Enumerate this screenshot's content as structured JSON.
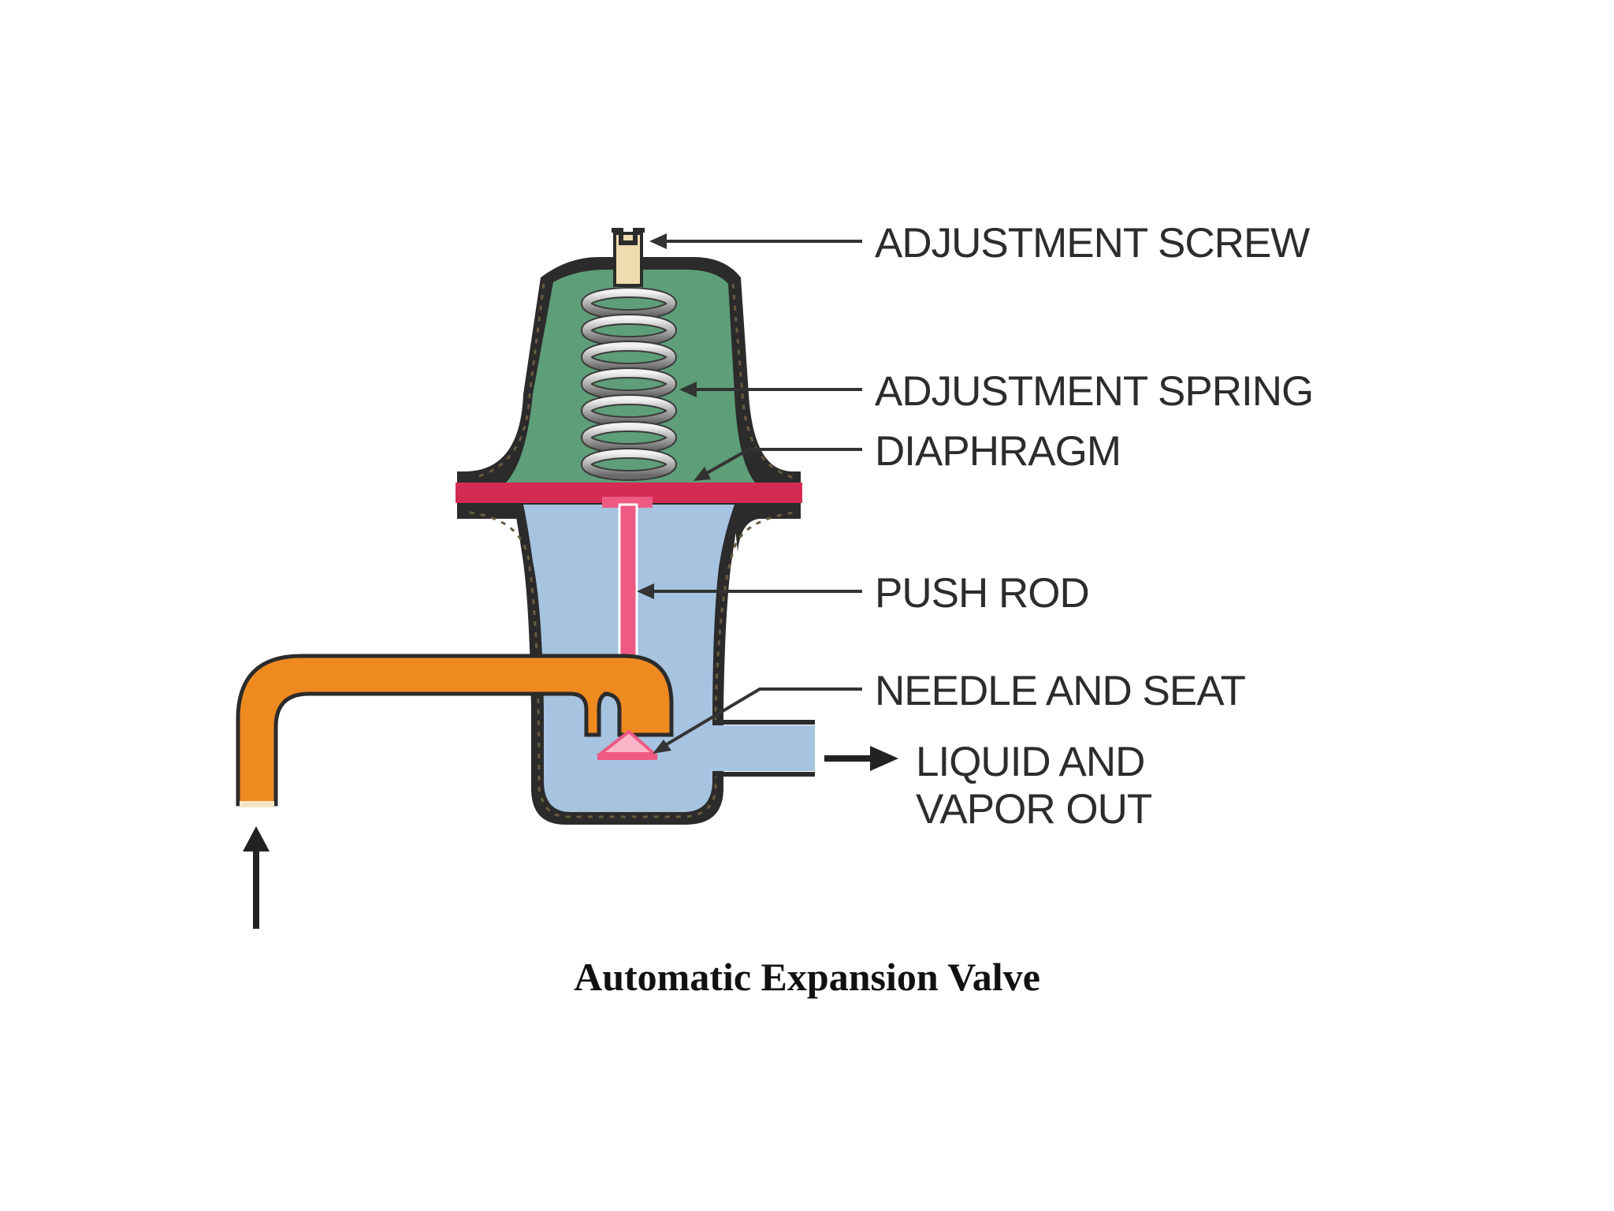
{
  "diagram": {
    "labels": {
      "adjustment_screw": "ADJUSTMENT SCREW",
      "adjustment_spring": "ADJUSTMENT SPRING",
      "diaphragm": "DIAPHRAGM",
      "push_rod": "PUSH ROD",
      "needle_and_seat": "NEEDLE AND SEAT",
      "outlet_line1": "LIQUID AND",
      "outlet_line2": "VAPOR OUT"
    },
    "colors": {
      "spring_chamber": "#5e9e78",
      "liquid_chamber": "#a6c3e0",
      "inlet_pipe": "#ef8a20",
      "diaphragm": "#d42b52",
      "push_rod": "#ee5a84",
      "spring": "#a8a8a8",
      "body_shell": "#2b2b2b",
      "screw": "#eedbb0"
    }
  },
  "caption": "Automatic Expansion Valve"
}
